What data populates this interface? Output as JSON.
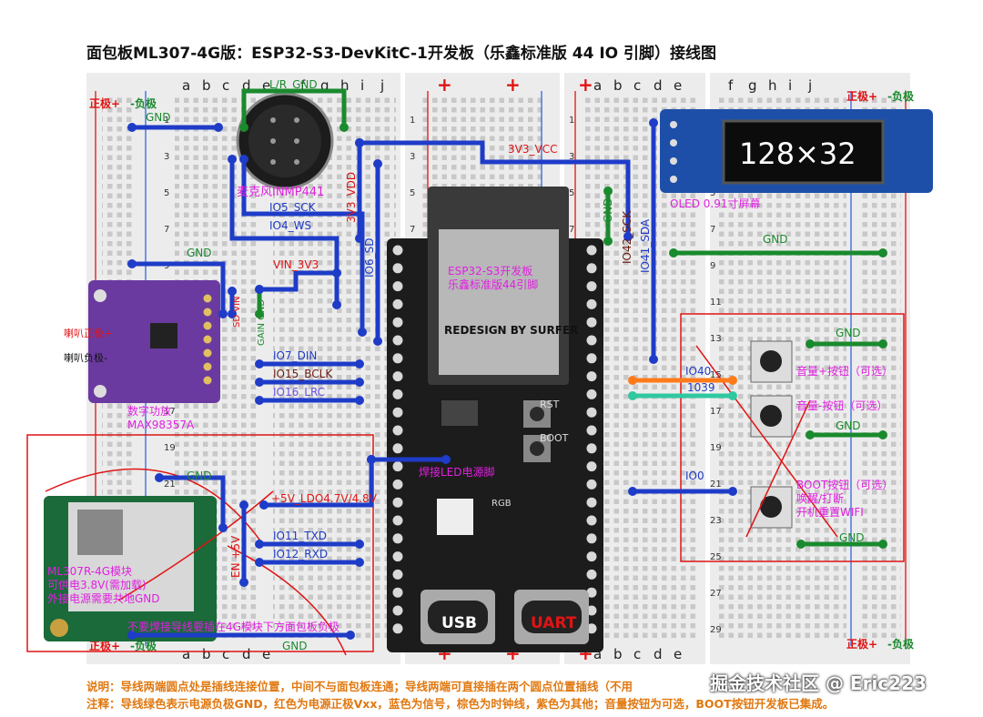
{
  "title": "面包板ML307-4G版：ESP32-S3-DevKitC-1开发板（乐鑫标准版 44 IO 引脚）接线图",
  "breadboard": {
    "left_cols_top": [
      "a",
      "b",
      "c",
      "d",
      "e",
      "f",
      "g",
      "h",
      "i",
      "j"
    ],
    "right_cols_top": [
      "a",
      "b",
      "c",
      "d",
      "e"
    ],
    "far_right_cols_top": [
      "f",
      "g",
      "h",
      "i",
      "j"
    ],
    "rows": [
      "1",
      "3",
      "5",
      "7",
      "9",
      "11",
      "13",
      "15",
      "17",
      "19",
      "21",
      "23",
      "25",
      "27",
      "29"
    ],
    "rail_pos": "正极+",
    "rail_neg": "-负极"
  },
  "labels": {
    "gnd": "GND",
    "lr_gnd": "L/R_GND",
    "mic": "麦克风INMP441",
    "io5": "IO5_SCK",
    "io4": "IO4_WS",
    "v33_vdd": "3V3_VDD",
    "io6": "IO6_SD",
    "v33_vcc": "3V3_VCC",
    "vin": "VIN_3V3",
    "sd_vin": "SD VIN",
    "gain_gnd": "GAIN GND",
    "spk_pos": "喇叭正极+",
    "spk_neg": "喇叭负极-",
    "amp": "数字功放\nMAX98357A",
    "io7": "IO7_DIN",
    "io15": "IO15_BCLK",
    "io16": "IO16_LRC",
    "io42": "IO42_SCK",
    "io41": "IO41_SDA",
    "oled_name": "OLED 0.91寸屏幕",
    "oled_text": "128×32",
    "esp": "ESP32-S3开发板\n乐鑫标准版44引脚",
    "redesign": "REDESIGN BY SURFER",
    "weld": "焊接LED电源脚",
    "ldo": "+5V_LDO4.7V/4.8V",
    "io11": "IO11_TXD",
    "io12": "IO12_RXD",
    "en": "EN +5V",
    "ml307": "ML307R-4G模块\n可供电3.8V(需加载)\n外接电源需要共地GND",
    "bottom_note": "不要焊接导线要插在4G模块下方面包板负极",
    "usb": "USB",
    "uart": "UART",
    "io40": "IO40",
    "io39": "1039",
    "io0": "IO0",
    "btn1": "音量+按钮（可选）",
    "btn2": "音量-按钮（可选）",
    "btn3": "BOOT按钮（可选）\n唤醒/打断\n开机重置WIFI",
    "rgb": "RGB",
    "rst": "RST",
    "boot": "BOOT"
  },
  "notes": [
    "说明：导线两端圆点处是插线连接位置，中间不与面包板连通；导线两端可直接插在两个圆点位置插线（不用",
    "注释：导线绿色表示电源负极GND，红色为电源正极Vxx，蓝色为信号，棕色为时钟线，紫色为其他；音量按钮为可选，BOOT按钮开发板已集成。"
  ],
  "watermark": "掘金技术社区 @ Eric223",
  "colors": {
    "gnd": "#1a8a2e",
    "power": "#e01414",
    "signal": "#1e3cc8",
    "clock": "#6b1a10",
    "other": "#7050e0",
    "orange": "#ff7a1a",
    "teal": "#30c8a0",
    "label_red": "#e01414",
    "label_magenta": "#e020e0"
  }
}
